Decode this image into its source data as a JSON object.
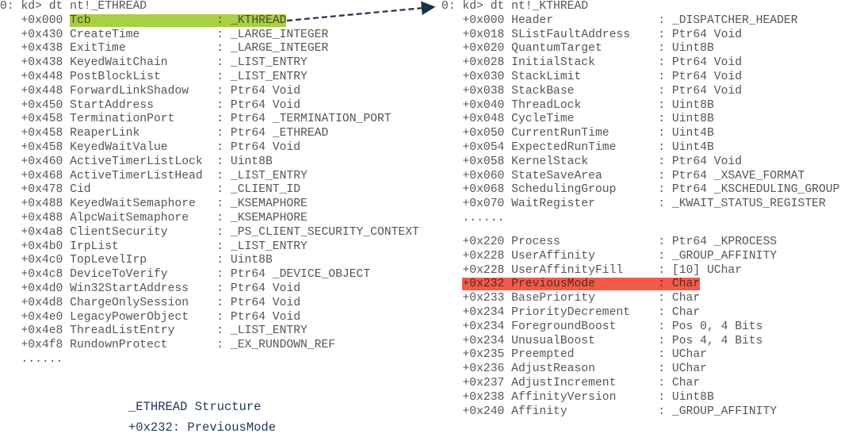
{
  "ethread": {
    "command": "0: kd> dt nt!_ETHREAD",
    "rows": [
      {
        "offset": "+0x000",
        "rest": "Tcb                  : _KTHREAD",
        "highlight": "green"
      },
      {
        "offset": "+0x430",
        "rest": "CreateTime           : _LARGE_INTEGER"
      },
      {
        "offset": "+0x438",
        "rest": "ExitTime             : _LARGE_INTEGER"
      },
      {
        "offset": "+0x438",
        "rest": "KeyedWaitChain       : _LIST_ENTRY"
      },
      {
        "offset": "+0x448",
        "rest": "PostBlockList        : _LIST_ENTRY"
      },
      {
        "offset": "+0x448",
        "rest": "ForwardLinkShadow    : Ptr64 Void"
      },
      {
        "offset": "+0x450",
        "rest": "StartAddress         : Ptr64 Void"
      },
      {
        "offset": "+0x458",
        "rest": "TerminationPort      : Ptr64 _TERMINATION_PORT"
      },
      {
        "offset": "+0x458",
        "rest": "ReaperLink           : Ptr64 _ETHREAD"
      },
      {
        "offset": "+0x458",
        "rest": "KeyedWaitValue       : Ptr64 Void"
      },
      {
        "offset": "+0x460",
        "rest": "ActiveTimerListLock  : Uint8B"
      },
      {
        "offset": "+0x468",
        "rest": "ActiveTimerListHead  : _LIST_ENTRY"
      },
      {
        "offset": "+0x478",
        "rest": "Cid                  : _CLIENT_ID"
      },
      {
        "offset": "+0x488",
        "rest": "KeyedWaitSemaphore   : _KSEMAPHORE"
      },
      {
        "offset": "+0x488",
        "rest": "AlpcWaitSemaphore    : _KSEMAPHORE"
      },
      {
        "offset": "+0x4a8",
        "rest": "ClientSecurity       : _PS_CLIENT_SECURITY_CONTEXT"
      },
      {
        "offset": "+0x4b0",
        "rest": "IrpList              : _LIST_ENTRY"
      },
      {
        "offset": "+0x4c0",
        "rest": "TopLevelIrp          : Uint8B"
      },
      {
        "offset": "+0x4c8",
        "rest": "DeviceToVerify       : Ptr64 _DEVICE_OBJECT"
      },
      {
        "offset": "+0x4d0",
        "rest": "Win32StartAddress    : Ptr64 Void"
      },
      {
        "offset": "+0x4d8",
        "rest": "ChargeOnlySession    : Ptr64 Void"
      },
      {
        "offset": "+0x4e0",
        "rest": "LegacyPowerObject    : Ptr64 Void"
      },
      {
        "offset": "+0x4e8",
        "rest": "ThreadListEntry      : _LIST_ENTRY"
      },
      {
        "offset": "+0x4f8",
        "rest": "RundownProtect       : _EX_RUNDOWN_REF"
      }
    ],
    "ellipsis": "......"
  },
  "kthread": {
    "command": "0: kd> dt nt!_KTHREAD",
    "rows_top": [
      {
        "offset": "+0x000",
        "rest": "Header               : _DISPATCHER_HEADER"
      },
      {
        "offset": "+0x018",
        "rest": "SListFaultAddress    : Ptr64 Void"
      },
      {
        "offset": "+0x020",
        "rest": "QuantumTarget        : Uint8B"
      },
      {
        "offset": "+0x028",
        "rest": "InitialStack         : Ptr64 Void"
      },
      {
        "offset": "+0x030",
        "rest": "StackLimit           : Ptr64 Void"
      },
      {
        "offset": "+0x038",
        "rest": "StackBase            : Ptr64 Void"
      },
      {
        "offset": "+0x040",
        "rest": "ThreadLock           : Uint8B"
      },
      {
        "offset": "+0x048",
        "rest": "CycleTime            : Uint8B"
      },
      {
        "offset": "+0x050",
        "rest": "CurrentRunTime       : Uint4B"
      },
      {
        "offset": "+0x054",
        "rest": "ExpectedRunTime      : Uint4B"
      },
      {
        "offset": "+0x058",
        "rest": "KernelStack          : Ptr64 Void"
      },
      {
        "offset": "+0x060",
        "rest": "StateSaveArea        : Ptr64 _XSAVE_FORMAT"
      },
      {
        "offset": "+0x068",
        "rest": "SchedulingGroup      : Ptr64 _KSCHEDULING_GROUP"
      },
      {
        "offset": "+0x070",
        "rest": "WaitRegister         : _KWAIT_STATUS_REGISTER"
      }
    ],
    "ellipsis": "......",
    "rows_bottom": [
      {
        "offset": "+0x220",
        "rest": "Process              : Ptr64 _KPROCESS"
      },
      {
        "offset": "+0x228",
        "rest": "UserAffinity         : _GROUP_AFFINITY"
      },
      {
        "offset": "+0x228",
        "rest": "UserAffinityFill     : [10] UChar"
      },
      {
        "offset": "+0x232",
        "rest": "PreviousMode         : Char",
        "highlight": "red"
      },
      {
        "offset": "+0x233",
        "rest": "BasePriority         : Char"
      },
      {
        "offset": "+0x234",
        "rest": "PriorityDecrement    : Char"
      },
      {
        "offset": "+0x234",
        "rest": "ForegroundBoost      : Pos 0, 4 Bits"
      },
      {
        "offset": "+0x234",
        "rest": "UnusualBoost         : Pos 4, 4 Bits"
      },
      {
        "offset": "+0x235",
        "rest": "Preempted            : UChar"
      },
      {
        "offset": "+0x236",
        "rest": "AdjustReason         : UChar"
      },
      {
        "offset": "+0x237",
        "rest": "AdjustIncrement      : Char"
      },
      {
        "offset": "+0x238",
        "rest": "AffinityVersion      : Uint8B"
      },
      {
        "offset": "+0x240",
        "rest": "Affinity             : _GROUP_AFFINITY"
      }
    ]
  },
  "caption": {
    "title": "_ETHREAD Structure",
    "subtitle": "+0x232: PreviousMode"
  },
  "colors": {
    "green_highlight": "#a8d043",
    "red_highlight": "#f4594b",
    "arrow": "#1e2f4a"
  }
}
